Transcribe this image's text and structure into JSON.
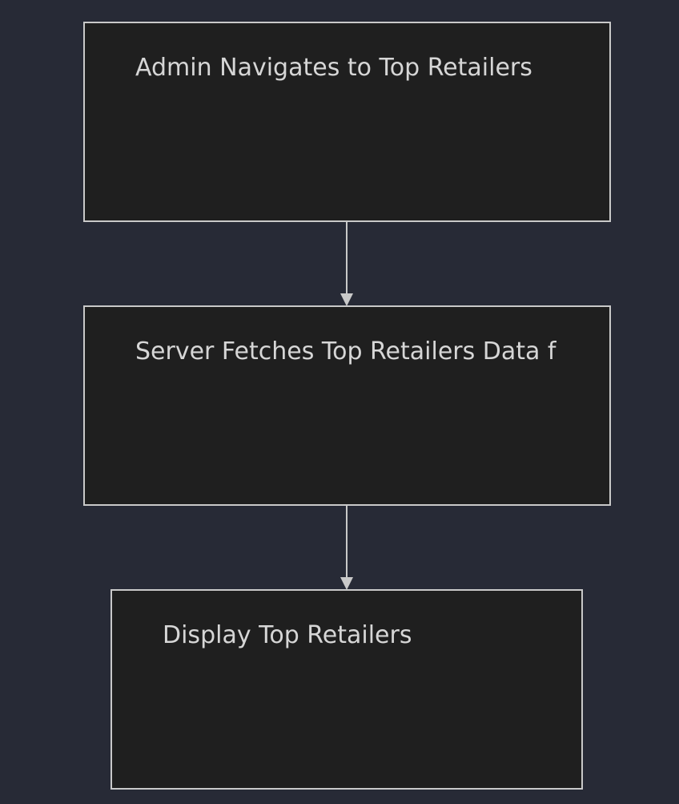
{
  "diagram": {
    "nodes": [
      {
        "id": "n1",
        "label": "Admin Navigates to Top Retailers"
      },
      {
        "id": "n2",
        "label": "Server Fetches Top Retailers Data f"
      },
      {
        "id": "n3",
        "label": "Display Top Retailers"
      }
    ],
    "edges": [
      {
        "from": "n1",
        "to": "n2"
      },
      {
        "from": "n2",
        "to": "n3"
      }
    ]
  },
  "colors": {
    "background": "#272a36",
    "node_fill": "#1f1f1f",
    "node_border": "#c9c9c9",
    "text": "#d6d6d6",
    "edge": "#c9c9c9"
  }
}
